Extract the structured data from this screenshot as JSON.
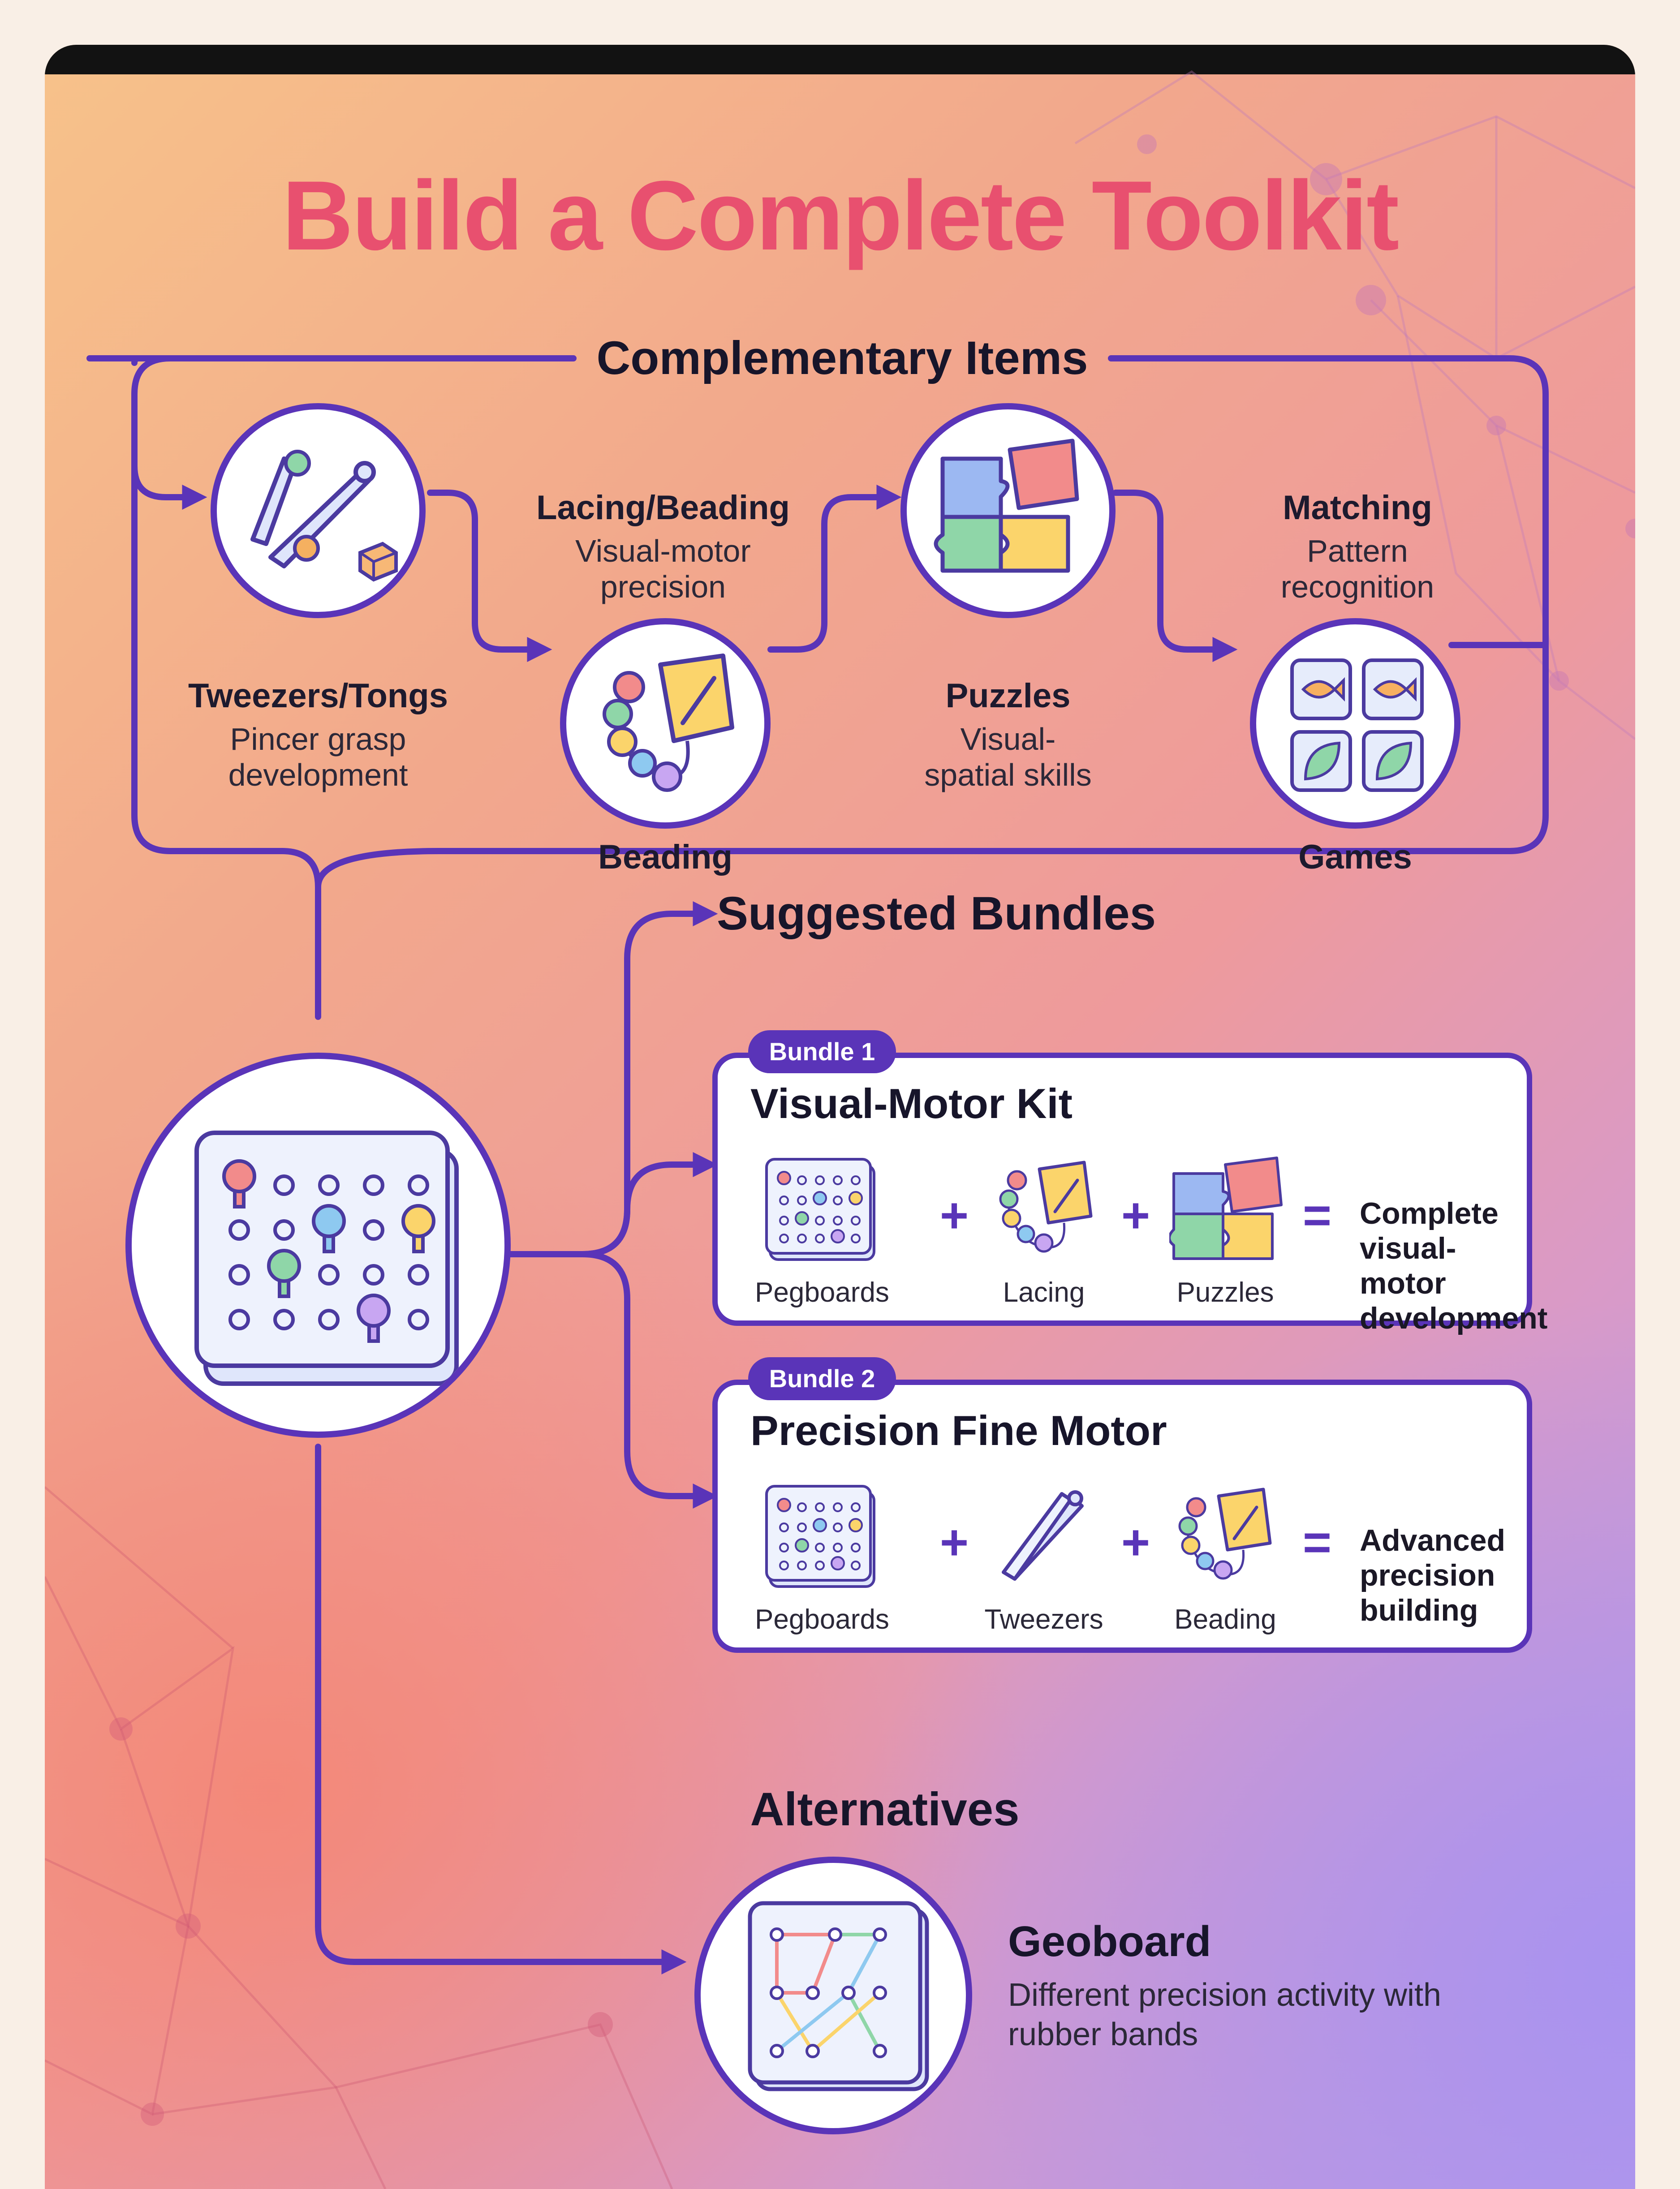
{
  "title": "Build a Complete Toolkit",
  "complementary": {
    "heading": "Complementary Items",
    "items": [
      {
        "title": "Tweezers/Tongs",
        "subtitle": "Pincer grasp development",
        "icon": "tweezers-icon"
      },
      {
        "top_title": "Lacing/Beading",
        "subtitle": "Visual-motor precision",
        "label": "Beading",
        "icon": "beading-icon"
      },
      {
        "title": "Puzzles",
        "subtitle": "Visual-spatial skills",
        "icon": "puzzle-icon"
      },
      {
        "top_title": "Matching",
        "subtitle": "Pattern recognition",
        "label": "Games",
        "icon": "matching-cards-icon"
      }
    ]
  },
  "center_icon": "pegboard-icon",
  "bundles": {
    "heading": "Suggested Bundles",
    "list": [
      {
        "badge": "Bundle 1",
        "title": "Visual-Motor Kit",
        "items": [
          "Pegboards",
          "Lacing",
          "Puzzles"
        ],
        "result": "Complete visual-motor development"
      },
      {
        "badge": "Bundle 2",
        "title": "Precision Fine Motor",
        "items": [
          "Pegboards",
          "Tweezers",
          "Beading"
        ],
        "result": "Advanced precision building"
      }
    ],
    "plus": "+",
    "equals": "="
  },
  "alternatives": {
    "heading": "Alternatives",
    "name": "Geoboard",
    "description": "Different precision activity with rubber bands",
    "icon": "geoboard-icon"
  },
  "colors": {
    "title": "#e8506f",
    "accent": "#5a34b8",
    "connector": "#5a34b8"
  }
}
